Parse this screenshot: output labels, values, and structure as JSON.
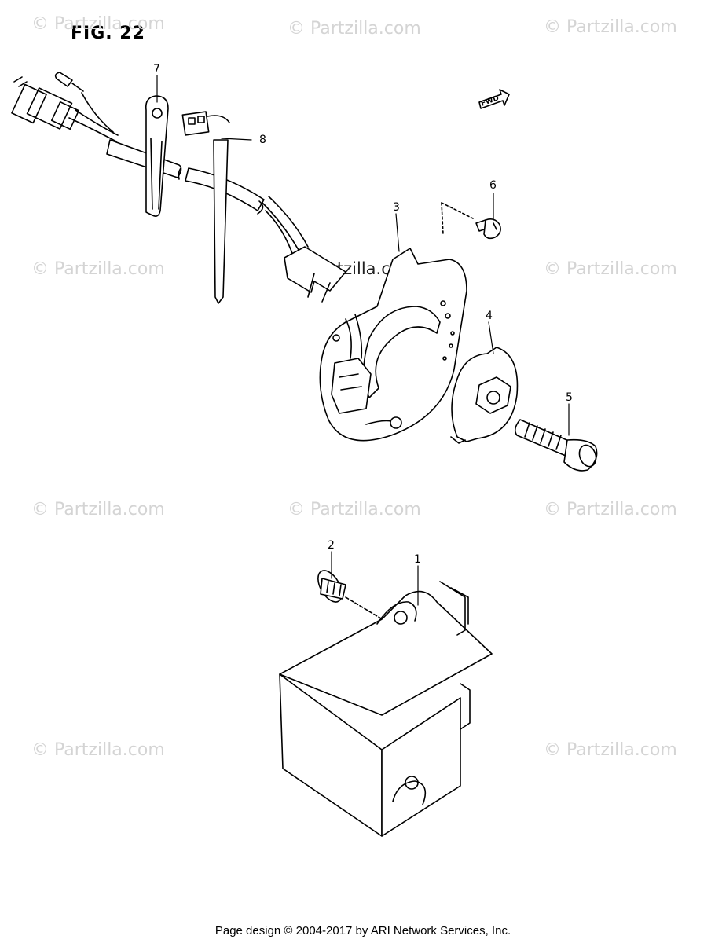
{
  "figure_title": "FIG. 22",
  "watermark": "© Partzilla.com",
  "watermark_center": "© Partzilla.com",
  "fwd_label": "FWD",
  "callouts": [
    "7",
    "8",
    "6",
    "3",
    "4",
    "5",
    "2",
    "1"
  ],
  "footer": "Page design © 2004-2017 by ARI Network Services, Inc."
}
